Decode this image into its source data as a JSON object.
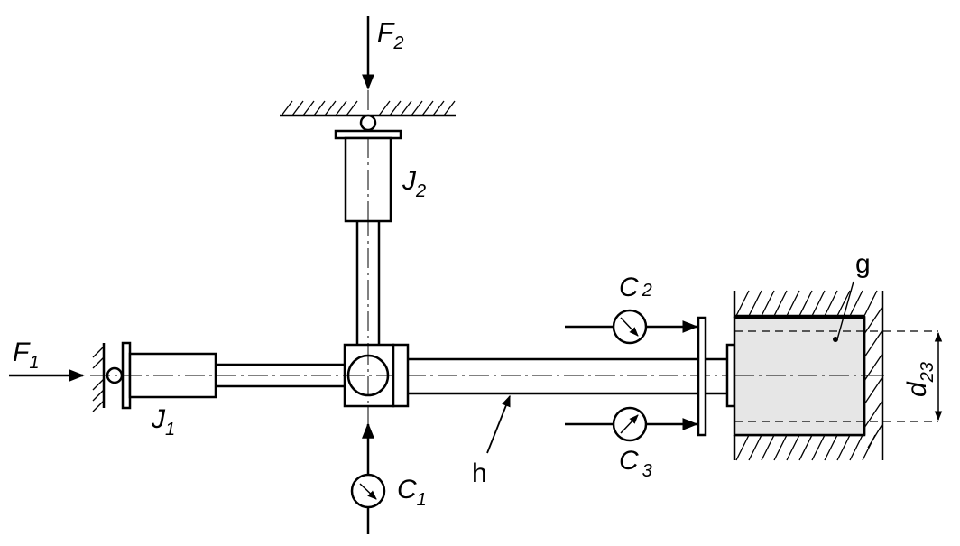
{
  "labels": {
    "F1": {
      "main": "F",
      "sub": "1"
    },
    "F2": {
      "main": "F",
      "sub": "2"
    },
    "J1": {
      "main": "J",
      "sub": "1"
    },
    "J2": {
      "main": "J",
      "sub": "2"
    },
    "C1": {
      "main": "C",
      "sub": "1"
    },
    "C2": {
      "main": "C",
      "sub": "2"
    },
    "C3": {
      "main": "C",
      "sub": "3"
    },
    "d23": {
      "main": "d",
      "sub": "23"
    },
    "g": "g",
    "h": "h"
  },
  "colors": {
    "line": "#000000",
    "block_fill": "#e6e6e6",
    "background": "#ffffff"
  }
}
